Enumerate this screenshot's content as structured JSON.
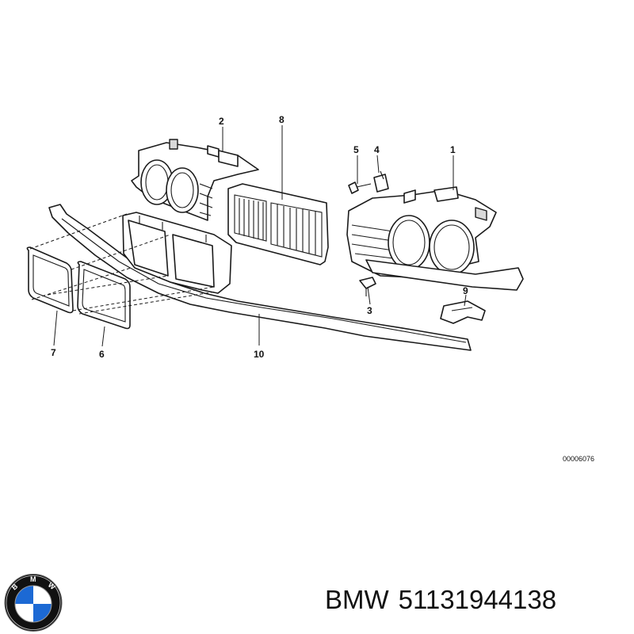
{
  "callouts": {
    "c1": "1",
    "c2": "2",
    "c3": "3",
    "c4": "4",
    "c5": "5",
    "c6": "6",
    "c7": "7",
    "c8": "8",
    "c9": "9",
    "c10": "10"
  },
  "reference_code": "00006076",
  "caption": {
    "brand": "BMW",
    "part_number": "51131944138"
  },
  "logo": {
    "lettering": "BMW",
    "colors": {
      "blue": "#1c69d4",
      "black": "#111111",
      "white": "#ffffff"
    }
  }
}
